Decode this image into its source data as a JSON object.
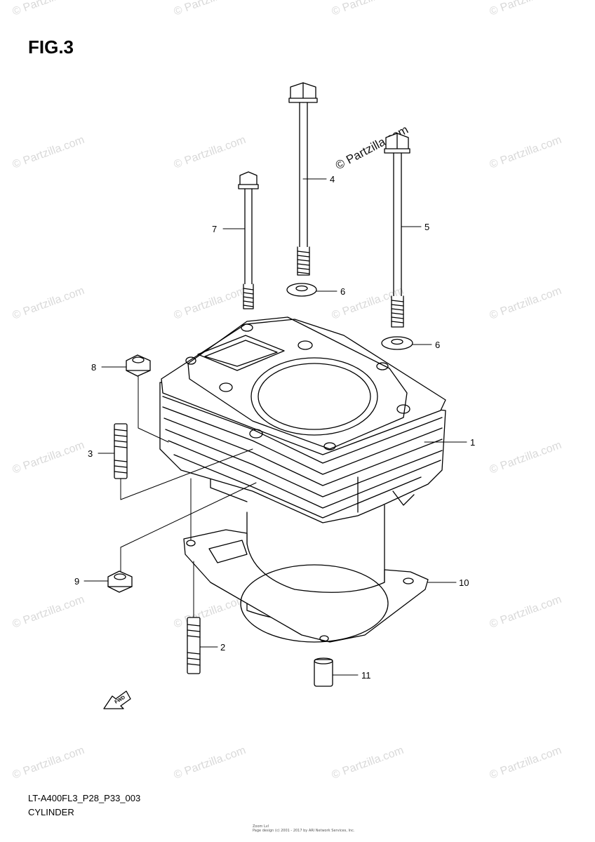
{
  "figure": {
    "title": "FIG.3"
  },
  "diagram": {
    "code": "LT-A400FL3_P28_P33_003",
    "caption": "CYLINDER"
  },
  "watermark": {
    "text": "© Partzilla.com",
    "color": "#d9d9d9"
  },
  "footer": {
    "line1": "Zoom Lvl",
    "line2": "Page design (c) 2001 - 2017 by ARI Network Services, Inc."
  },
  "fwd_label": "FWD",
  "callouts": [
    {
      "id": "c1",
      "label": "1"
    },
    {
      "id": "c2",
      "label": "2"
    },
    {
      "id": "c3",
      "label": "3"
    },
    {
      "id": "c4",
      "label": "4"
    },
    {
      "id": "c5",
      "label": "5"
    },
    {
      "id": "c6a",
      "label": "6"
    },
    {
      "id": "c6b",
      "label": "6"
    },
    {
      "id": "c7",
      "label": "7"
    },
    {
      "id": "c8",
      "label": "8"
    },
    {
      "id": "c9",
      "label": "9"
    },
    {
      "id": "c10",
      "label": "10"
    },
    {
      "id": "c11",
      "label": "11"
    }
  ]
}
